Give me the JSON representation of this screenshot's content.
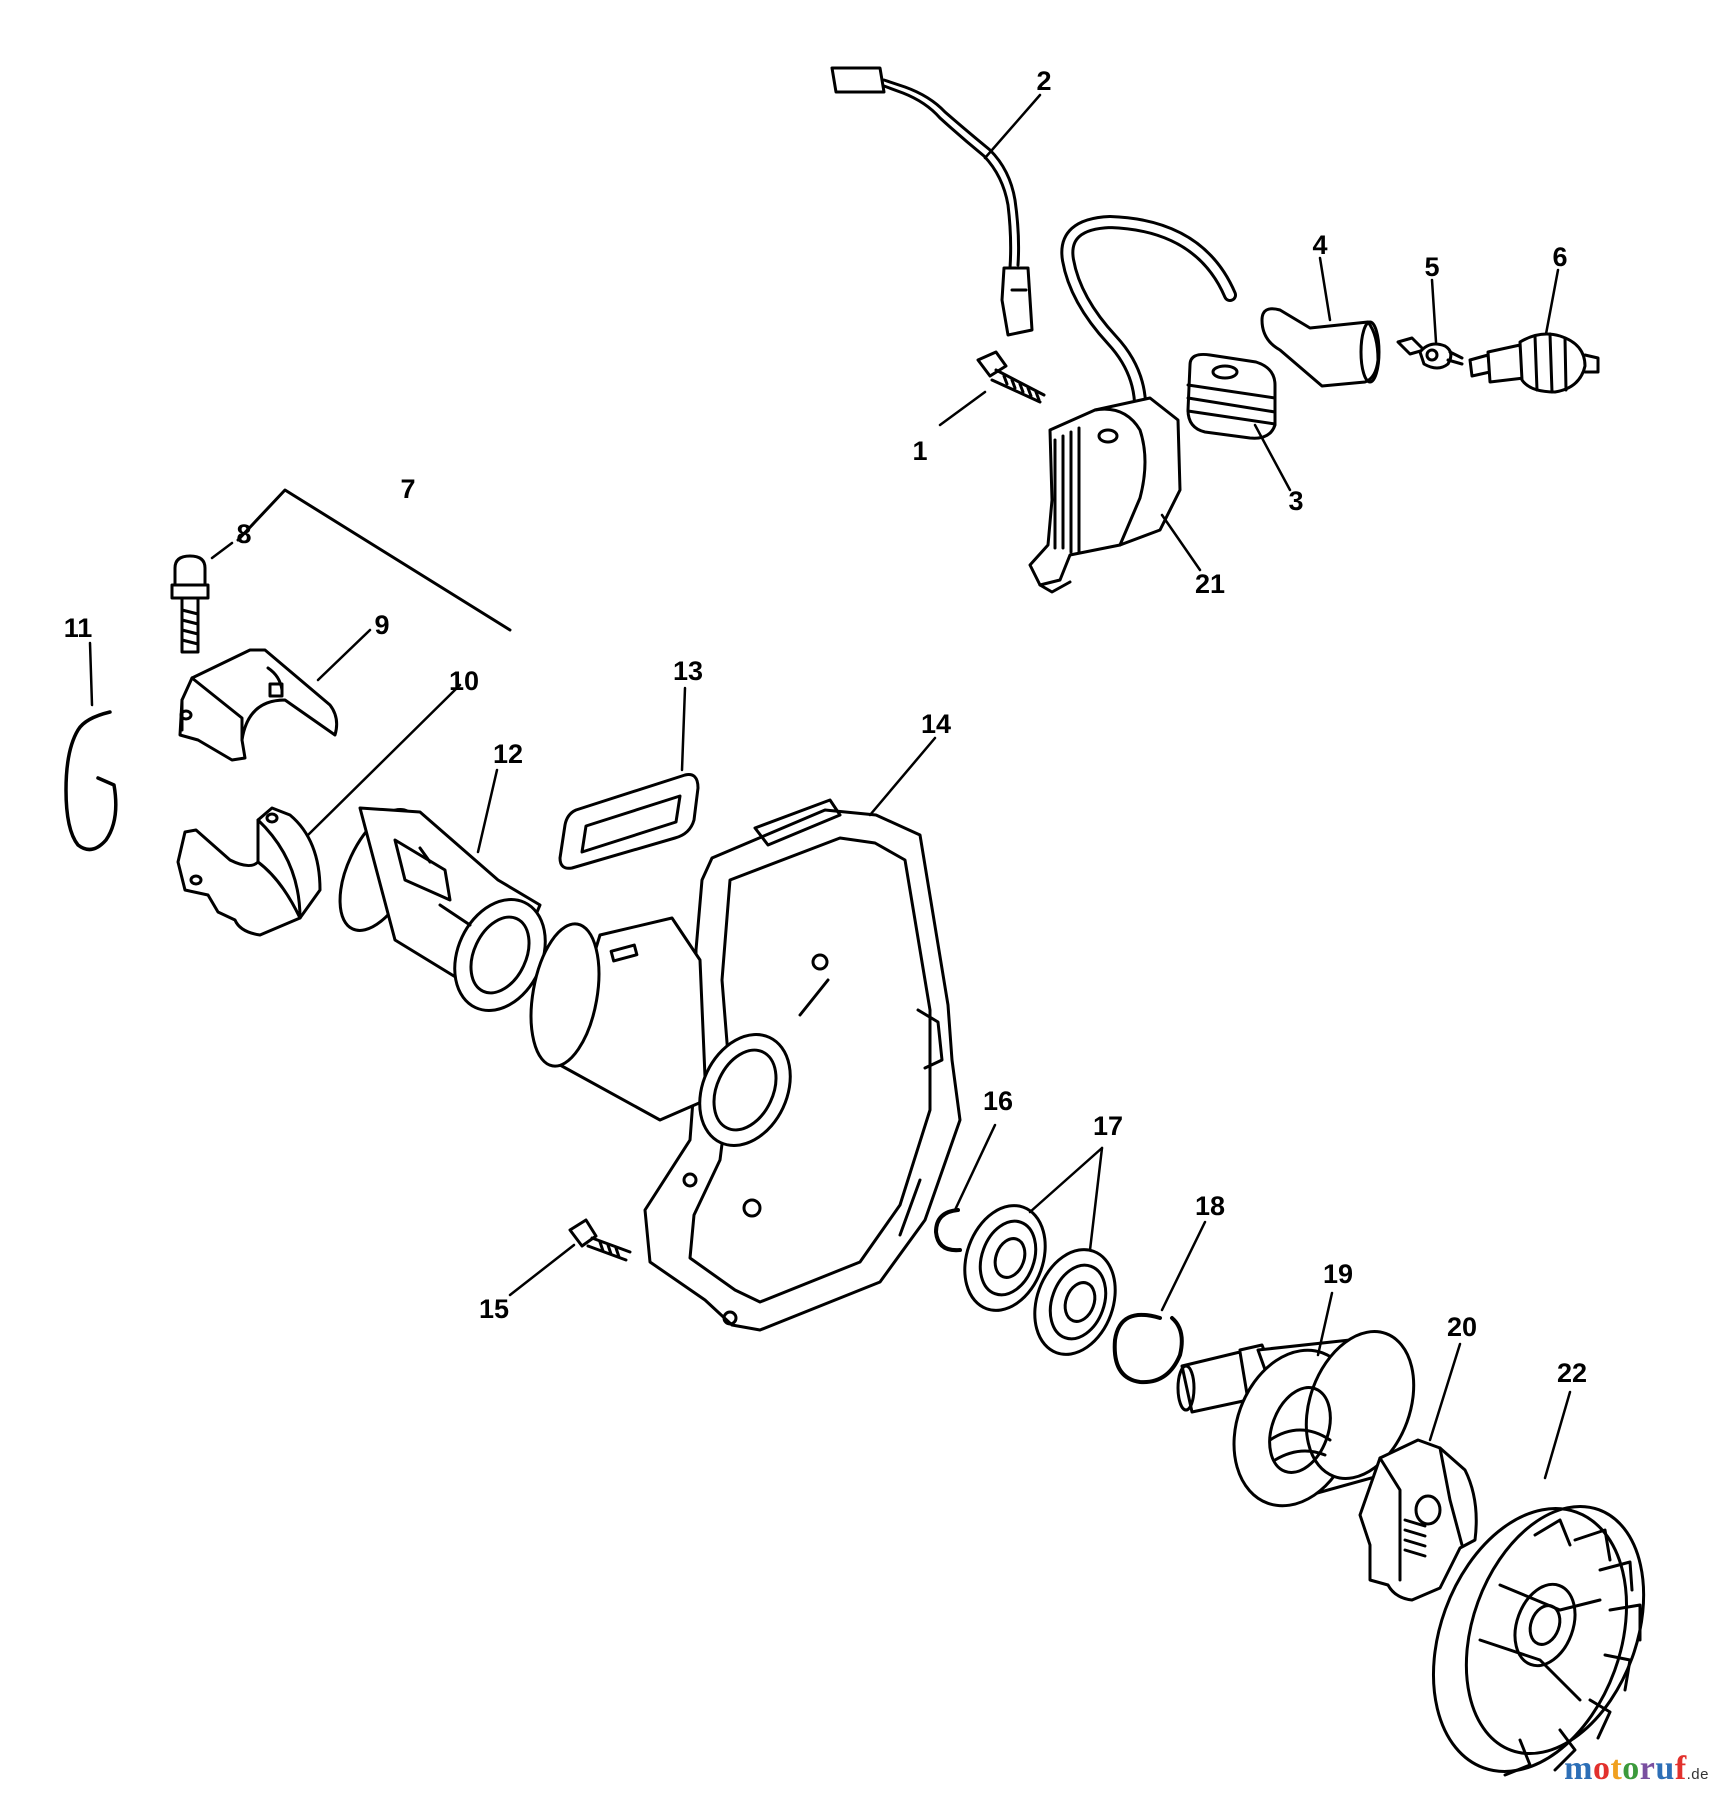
{
  "diagram": {
    "callouts": [
      "1",
      "2",
      "3",
      "4",
      "5",
      "6",
      "7",
      "8",
      "9",
      "10",
      "11",
      "12",
      "13",
      "14",
      "15",
      "16",
      "17",
      "18",
      "19",
      "20",
      "21",
      "22"
    ]
  },
  "brand": {
    "name": "motoruf",
    "tld": ".de",
    "colors": {
      "m": "#2d6fb7",
      "o1": "#e2312d",
      "t": "#f0a020",
      "o2": "#3c9a3c",
      "r": "#7a4fa0",
      "u": "#2d6fb7",
      "f": "#e2312d"
    }
  }
}
